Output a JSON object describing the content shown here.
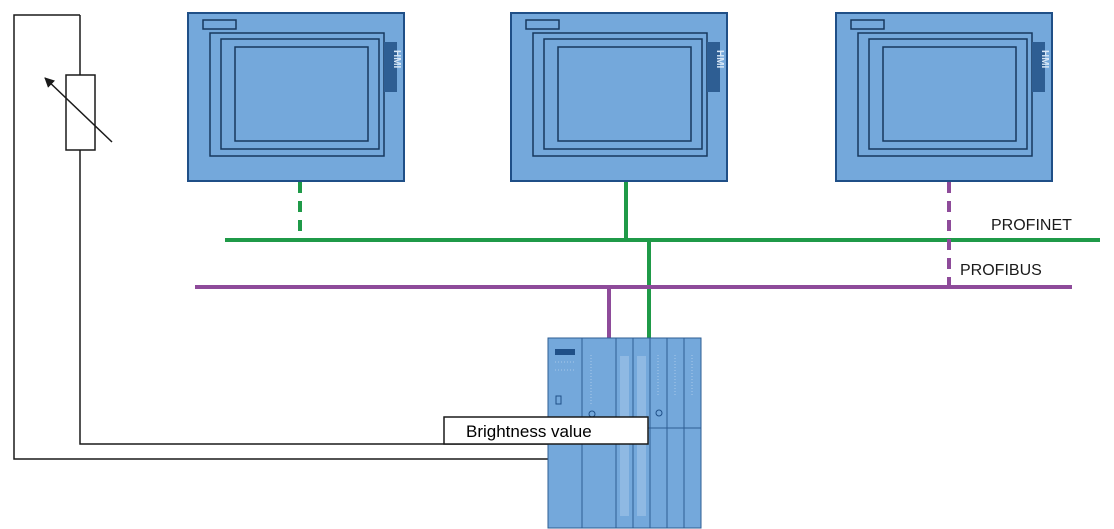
{
  "labels": {
    "profinet": "PROFINET",
    "profibus": "PROFIBUS",
    "brightness_value": "Brightness value",
    "hmi_brand": "HMI"
  },
  "colors": {
    "profinet": "#1f9a48",
    "profibus": "#8e4b9a",
    "device_fill": "#74a8db",
    "device_stroke": "#1f4f87",
    "wire": "#1a1a1a"
  },
  "devices": {
    "panels": [
      {
        "name": "hmi-panel-1",
        "network": "PROFINET",
        "link_style": "dashed"
      },
      {
        "name": "hmi-panel-2",
        "network": "PROFINET",
        "link_style": "solid"
      },
      {
        "name": "hmi-panel-3",
        "network": "PROFIBUS",
        "link_style": "dashed"
      }
    ],
    "controller": "plc",
    "sensor": "variable-resistor"
  }
}
